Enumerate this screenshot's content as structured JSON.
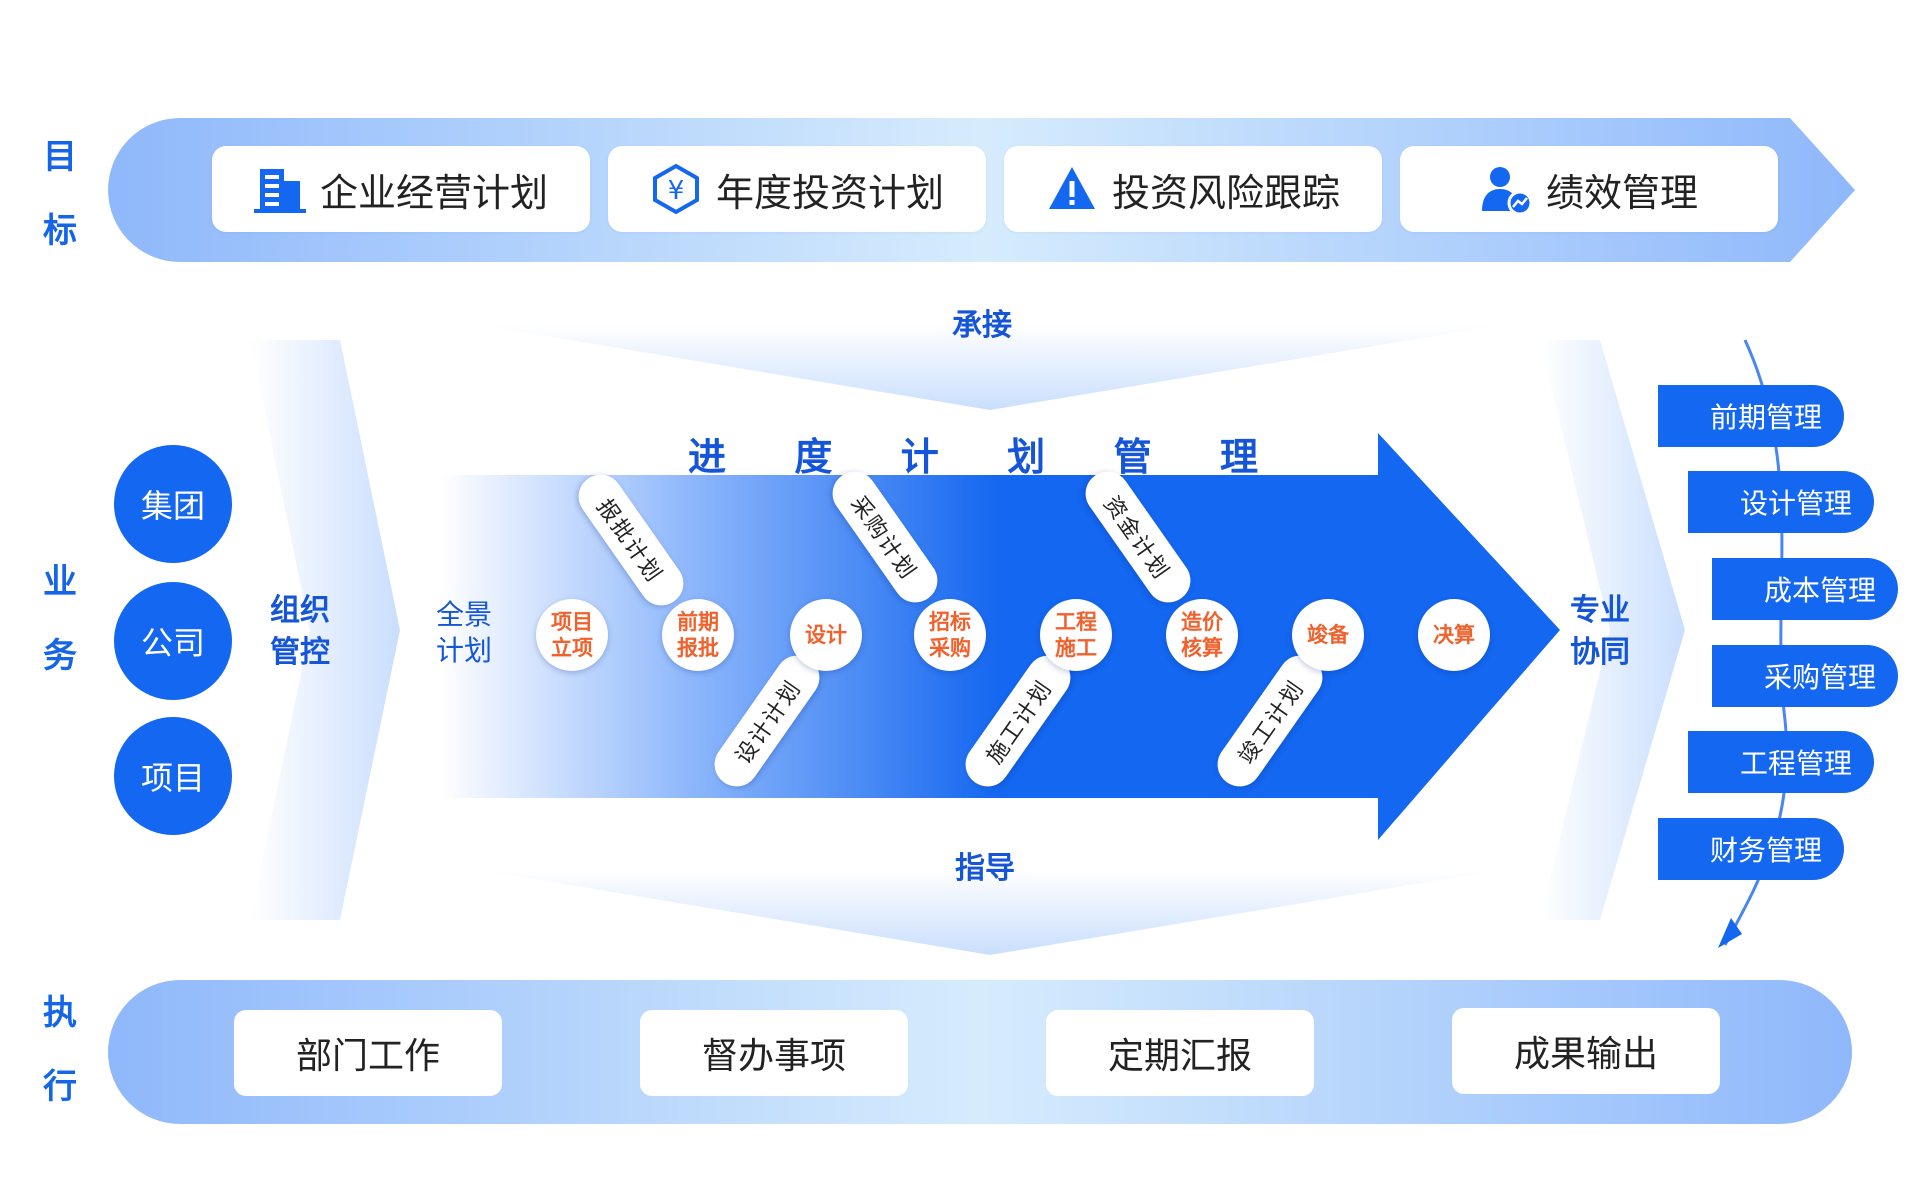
{
  "side_labels": {
    "goal": [
      "目",
      "标"
    ],
    "business": [
      "业",
      "务"
    ],
    "execution": [
      "执",
      "行"
    ]
  },
  "goals": [
    {
      "label": "企业经营计划",
      "icon": "building-icon"
    },
    {
      "label": "年度投资计划",
      "icon": "yen-hexagon-icon"
    },
    {
      "label": "投资风险跟踪",
      "icon": "warning-icon"
    },
    {
      "label": "绩效管理",
      "icon": "user-chart-icon"
    }
  ],
  "connectors": {
    "top": "承接",
    "bottom": "指导"
  },
  "levels": [
    "集团",
    "公司",
    "项目"
  ],
  "org_control": "组织\n管控",
  "panorama_plan": "全景\n计划",
  "process_title": [
    "进",
    "度",
    "计",
    "划",
    "管",
    "理"
  ],
  "milestones": [
    "项目\n立项",
    "前期\n报批",
    "设计",
    "招标\n采购",
    "工程\n施工",
    "造价\n核算",
    "竣备",
    "决算"
  ],
  "plans_upper": [
    "报批计划",
    "采购计划",
    "资金计划"
  ],
  "plans_lower": [
    "设计计划",
    "施工计划",
    "竣工计划"
  ],
  "collab_label": "专业\n协同",
  "specialties": [
    "前期管理",
    "设计管理",
    "成本管理",
    "采购管理",
    "工程管理",
    "财务管理"
  ],
  "executions": [
    "部门工作",
    "督办事项",
    "定期汇报",
    "成果输出"
  ],
  "colors": {
    "primary": "#1467f0",
    "accent": "#f0622d",
    "label": "#1565e8"
  }
}
